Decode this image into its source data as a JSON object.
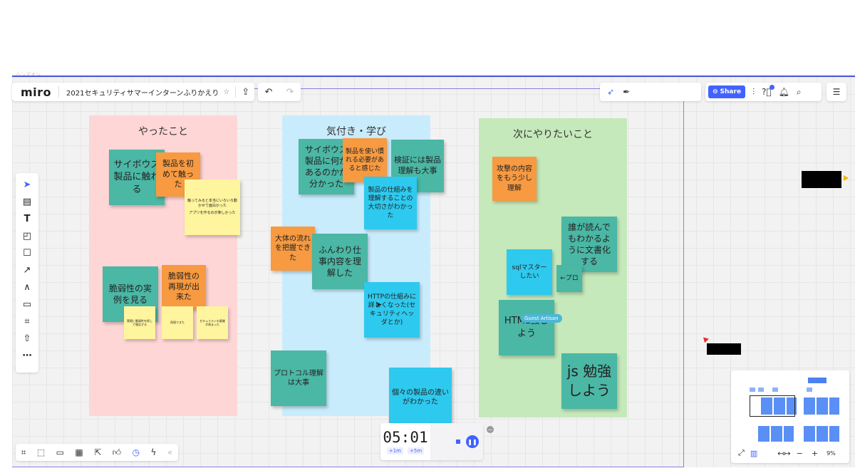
{
  "app": {
    "logo": "miro",
    "board_title": "2021セキュリティサマーインターンふりかえり",
    "faint_label": "ハンズオン"
  },
  "toolbar": {
    "share_label": "Share",
    "notification_count": ""
  },
  "frames": [
    {
      "title": "やったこと",
      "color": "#ffd6d6"
    },
    {
      "title": "気付き・学び",
      "color": "#c9ecfc"
    },
    {
      "title": "次にやりたいこと",
      "color": "#c5e9bb"
    }
  ],
  "notes": {
    "n1": "サイボウズ製品に触れる",
    "n2": "製品を初めて触った",
    "n3": "触ってみると本当にいろいろ動かせて面白かった",
    "n3b": "アプリを作るのが楽しかった",
    "n4": "脆弱性の実例を見る",
    "n5": "脆弱性の再現が出来た",
    "n6": "実際に脆弱性を探して報告する",
    "n7": "再現できた",
    "n8": "セキュリティの意識が高まった",
    "n9": "サイボウズ製品に何があるのかが分かった",
    "n10": "製品を使い慣れる必要があると感じた",
    "n11": "検証には製品理解も大事",
    "n12": "製品の仕組みを理解することの大切さがわかった",
    "n13": "大体の流れを把握できた",
    "n14": "ふんわり仕事内容を理解した",
    "n15": "HTTPの仕組みに詳しくなった(セキュリティヘッダとか)",
    "n16": "プロトコル理解は大事",
    "n17": "個々の製品の違いがわかった",
    "n18": "攻撃の内容をもう少し理解",
    "n19": "誰が読んでもわかるように文書化する",
    "n20": "sqlマスターしたい",
    "n21": "←プロ",
    "n22": "HTML強しよう",
    "n23": "js 勉強しよう"
  },
  "cursor_label": "Guest Artisan",
  "timer": {
    "time": "05:01",
    "add1": "+1m",
    "add5": "+5m"
  },
  "zoom": {
    "level": "9%"
  },
  "left_tools": [
    "select-icon",
    "template-icon",
    "text-icon",
    "sticky-icon",
    "shape-icon",
    "pen-icon",
    "line-icon",
    "comment-icon",
    "frame-icon",
    "upload-icon",
    "more-icon"
  ],
  "colors": {
    "accent": "#4262ff",
    "frame_border": "#8a7fe0"
  }
}
